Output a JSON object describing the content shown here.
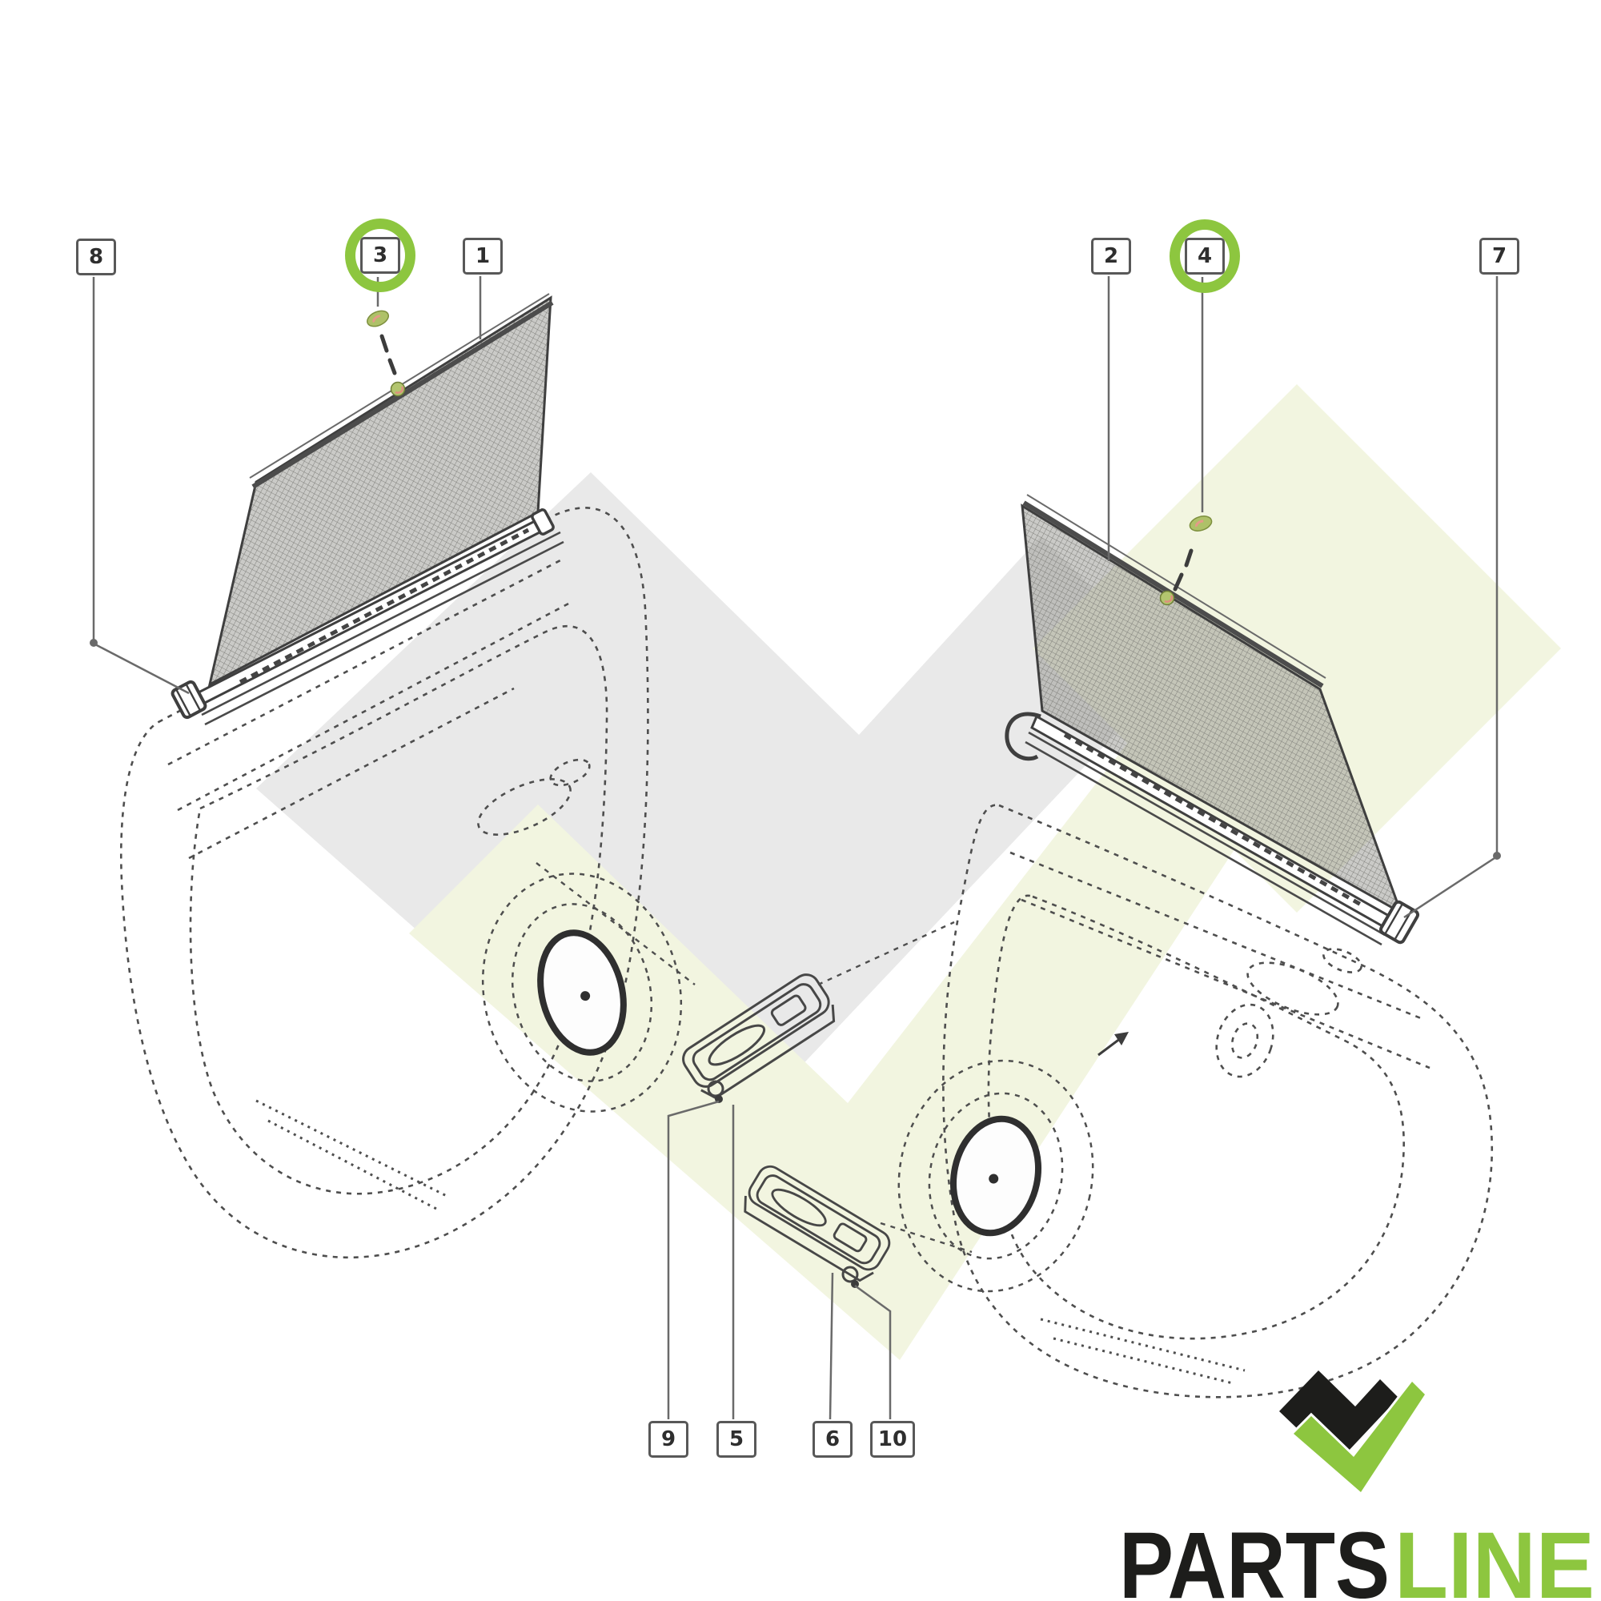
{
  "image_type": "parts-catalog-diagram",
  "diagram": {
    "subject": "rear-door sunshade roller blinds with door trim panels",
    "callouts": {
      "c8": {
        "label": "8",
        "highlighted": false
      },
      "c3": {
        "label": "3",
        "highlighted": true
      },
      "c1": {
        "label": "1",
        "highlighted": false
      },
      "c2": {
        "label": "2",
        "highlighted": false
      },
      "c4": {
        "label": "4",
        "highlighted": true
      },
      "c7": {
        "label": "7",
        "highlighted": false
      },
      "c9": {
        "label": "9",
        "highlighted": false
      },
      "c5": {
        "label": "5",
        "highlighted": false
      },
      "c6": {
        "label": "6",
        "highlighted": false
      },
      "c10": {
        "label": "10",
        "highlighted": false
      }
    },
    "highlighted_callouts": [
      "3",
      "4"
    ]
  },
  "logo": {
    "text_primary": "PARTS",
    "text_secondary": "LINE"
  },
  "colors": {
    "highlight": "#8dc63f",
    "logo_black": "#1d1d1b",
    "logo_green": "#8dc63f",
    "watermark_gray": "#e9e9e9",
    "watermark_green": "#f2f5e0",
    "line": "#4a4a4a",
    "dash": "#4e4e4e",
    "mesh_line": "#74746f",
    "screw_green": "#aec168",
    "screw_salmon": "#e59a88"
  }
}
